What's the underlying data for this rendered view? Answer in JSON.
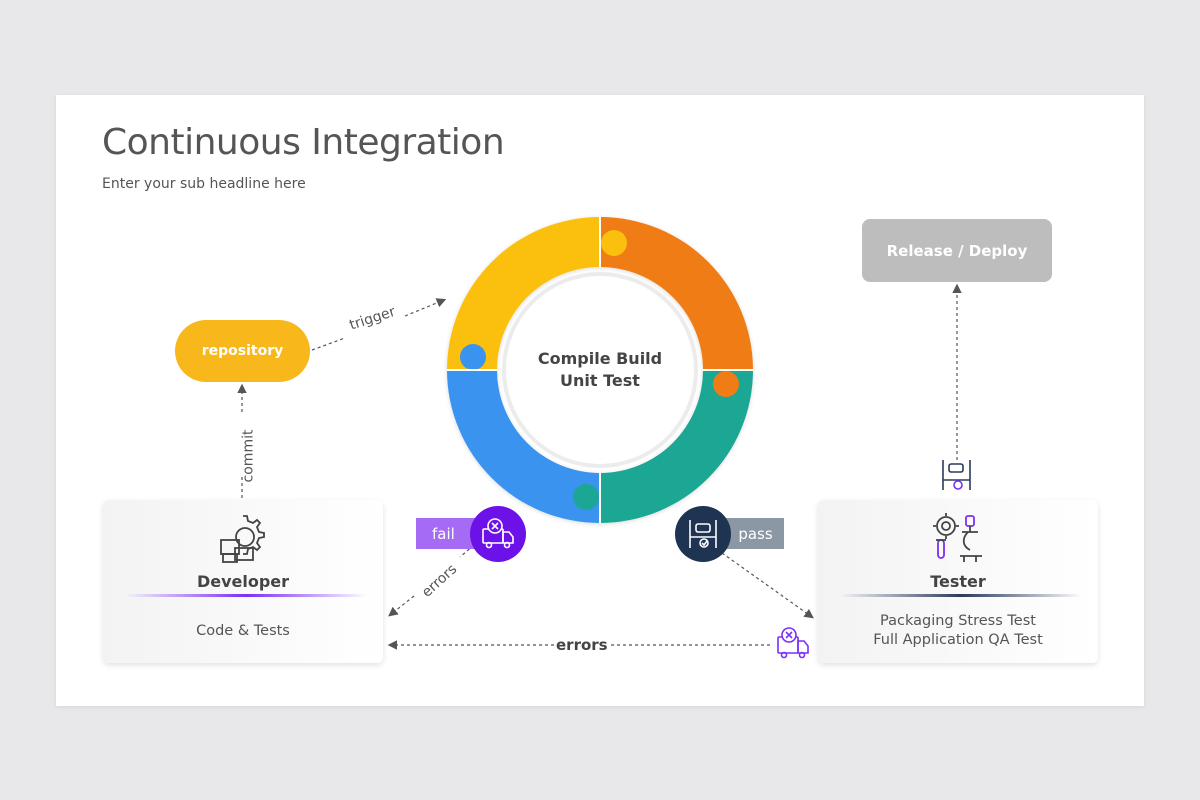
{
  "slide": {
    "title": "Continuous Integration",
    "subtitle": "Enter your sub headline here"
  },
  "nodes": {
    "repository": {
      "label": "repository",
      "color": "#f8b81c"
    },
    "release": {
      "label": "Release / Deploy",
      "color": "#bdbdbd"
    },
    "cycle_center": {
      "line1": "Compile Build",
      "line2": "Unit Test"
    },
    "developer": {
      "title": "Developer",
      "text": "Code & Tests",
      "icon": "gear-with-box-icon",
      "accent": "#7b2ff7"
    },
    "tester": {
      "title": "Tester",
      "line1": "Packaging Stress Test",
      "line2": "Full Application QA Test",
      "icon": "lab-test-icon",
      "accent": "#2b3a5c"
    }
  },
  "cycle_colors": {
    "top_left": "#fbbf0b",
    "top_right": "#f07b13",
    "bottom_right": "#1ba694",
    "bottom_left": "#3b93f0"
  },
  "status": {
    "fail": {
      "label": "fail",
      "tag_color": "#a66bf5",
      "badge_color": "#6c11e8",
      "icon": "delivery-failed-icon"
    },
    "pass": {
      "label": "pass",
      "tag_color": "#8c97a6",
      "badge_color": "#1f3352",
      "icon": "test-bench-icon"
    }
  },
  "connectors": {
    "trigger": "trigger",
    "commit": "commit",
    "errors_diag": "errors",
    "errors": "errors"
  },
  "icons": {
    "deploy": "test-bench-icon",
    "error_truck": "delivery-failed-icon"
  }
}
